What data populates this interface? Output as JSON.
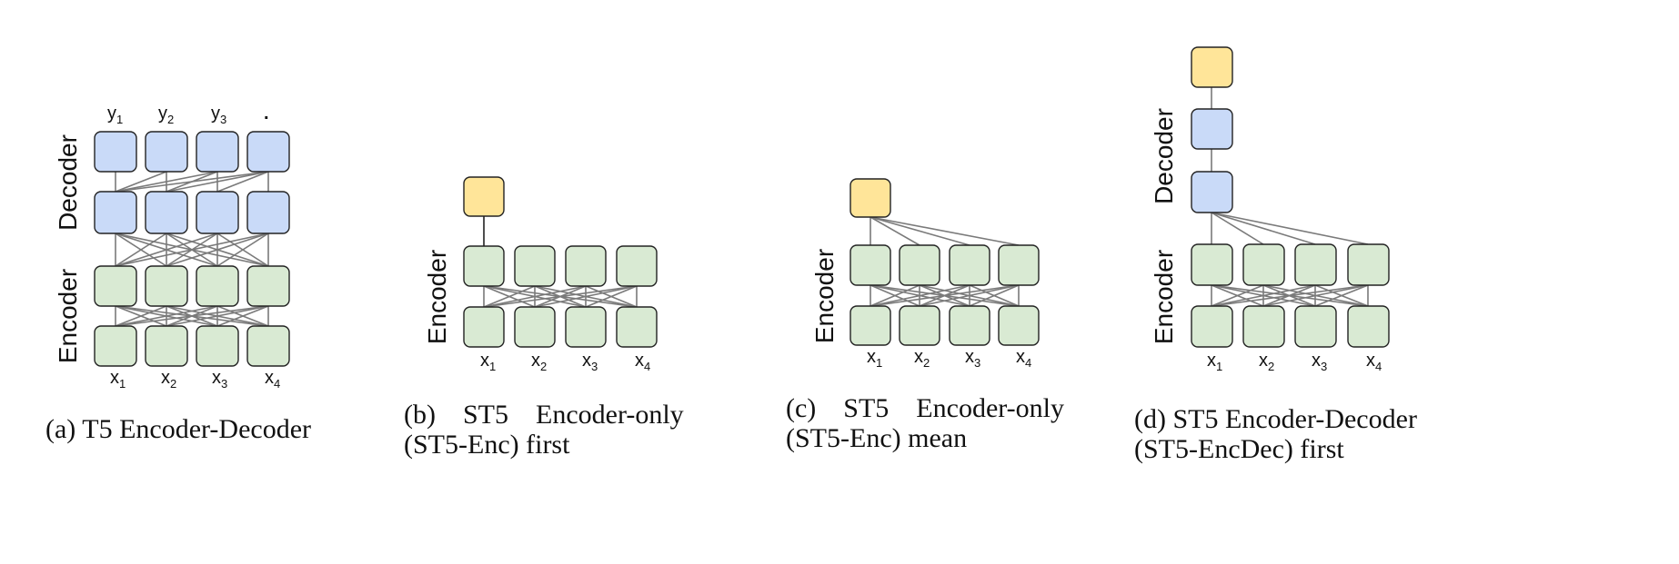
{
  "panels": [
    {
      "id": "a",
      "side_labels": [
        "Decoder",
        "Encoder"
      ],
      "input_tokens": [
        {
          "base": "x",
          "sub": "1"
        },
        {
          "base": "x",
          "sub": "2"
        },
        {
          "base": "x",
          "sub": "3"
        },
        {
          "base": "x",
          "sub": "4"
        }
      ],
      "output_tokens": [
        {
          "base": "y",
          "sub": "1"
        },
        {
          "base": "y",
          "sub": "2"
        },
        {
          "base": "y",
          "sub": "3"
        },
        {
          "base": ".",
          "sub": ""
        }
      ],
      "caption_lines": [
        "(a) T5 Encoder-Decoder"
      ]
    },
    {
      "id": "b",
      "side_labels": [
        "Encoder"
      ],
      "input_tokens": [
        {
          "base": "x",
          "sub": "1"
        },
        {
          "base": "x",
          "sub": "2"
        },
        {
          "base": "x",
          "sub": "3"
        },
        {
          "base": "x",
          "sub": "4"
        }
      ],
      "caption_lines": [
        "(b)    ST5    Encoder-only",
        "(ST5-Enc) first"
      ]
    },
    {
      "id": "c",
      "side_labels": [
        "Encoder"
      ],
      "input_tokens": [
        {
          "base": "x",
          "sub": "1"
        },
        {
          "base": "x",
          "sub": "2"
        },
        {
          "base": "x",
          "sub": "3"
        },
        {
          "base": "x",
          "sub": "4"
        }
      ],
      "caption_lines": [
        "(c)    ST5    Encoder-only",
        "(ST5-Enc) mean"
      ]
    },
    {
      "id": "d",
      "side_labels": [
        "Decoder",
        "Encoder"
      ],
      "input_tokens": [
        {
          "base": "x",
          "sub": "1"
        },
        {
          "base": "x",
          "sub": "2"
        },
        {
          "base": "x",
          "sub": "3"
        },
        {
          "base": "x",
          "sub": "4"
        }
      ],
      "caption_lines": [
        "(d) ST5 Encoder-Decoder",
        "(ST5-EncDec) first"
      ]
    }
  ],
  "colors": {
    "encoder_fill": "#d9ead3",
    "decoder_fill": "#c9daf8",
    "output_fill": "#ffe599",
    "connection_line": "#7a7a7a",
    "box_stroke": "#222222"
  }
}
